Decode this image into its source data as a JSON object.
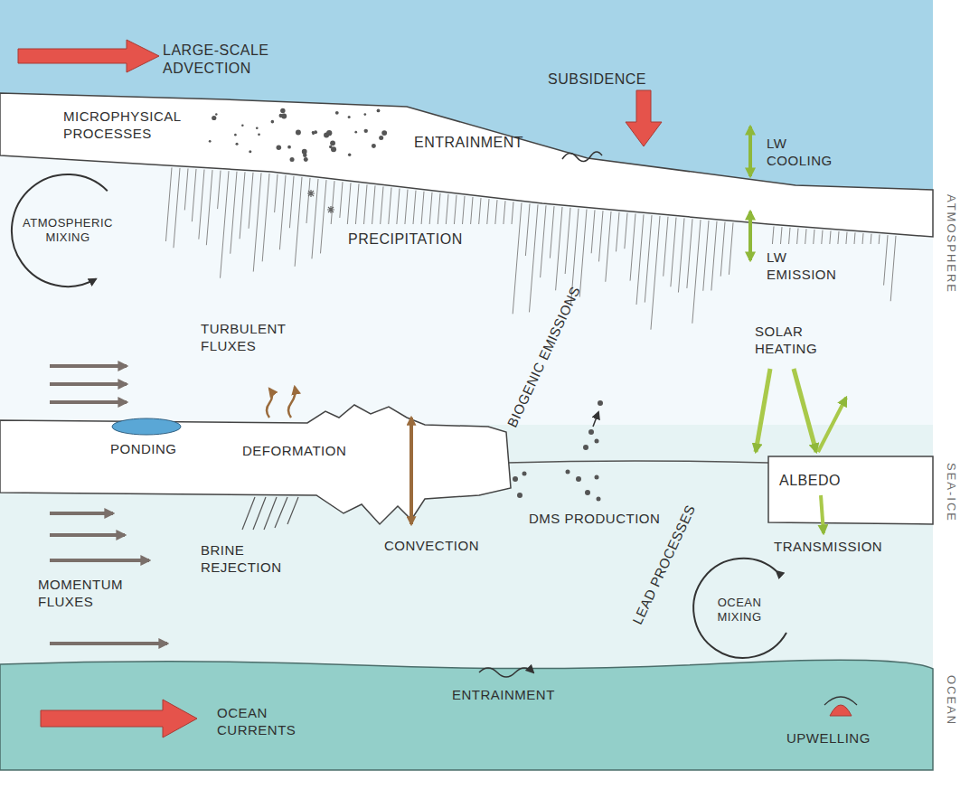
{
  "diagram": {
    "labels": [
      "LARGE-SCALE ADVECTION",
      "SUBSIDENCE",
      "MICROPHYSICAL PROCESSES",
      "ENTRAINMENT",
      "LW COOLING",
      "ATMOSPHERIC MIXING",
      "PRECIPITATION",
      "LW EMISSION",
      "ATMOSPHERE",
      "TURBULENT FLUXES",
      "BIOGENIC EMISSIONS",
      "SOLAR HEATING",
      "PONDING",
      "DEFORMATION",
      "ALBEDO",
      "DMS PRODUCTION",
      "CONVECTION",
      "BRINE REJECTION",
      "TRANSMISSION",
      "SEA-ICE",
      "LEAD PROCESSES",
      "MOMENTUM FLUXES",
      "OCEAN MIXING",
      "ENTRAINMENT",
      "OCEAN CURRENTS",
      "UPWELLING",
      "OCEAN"
    ]
  }
}
